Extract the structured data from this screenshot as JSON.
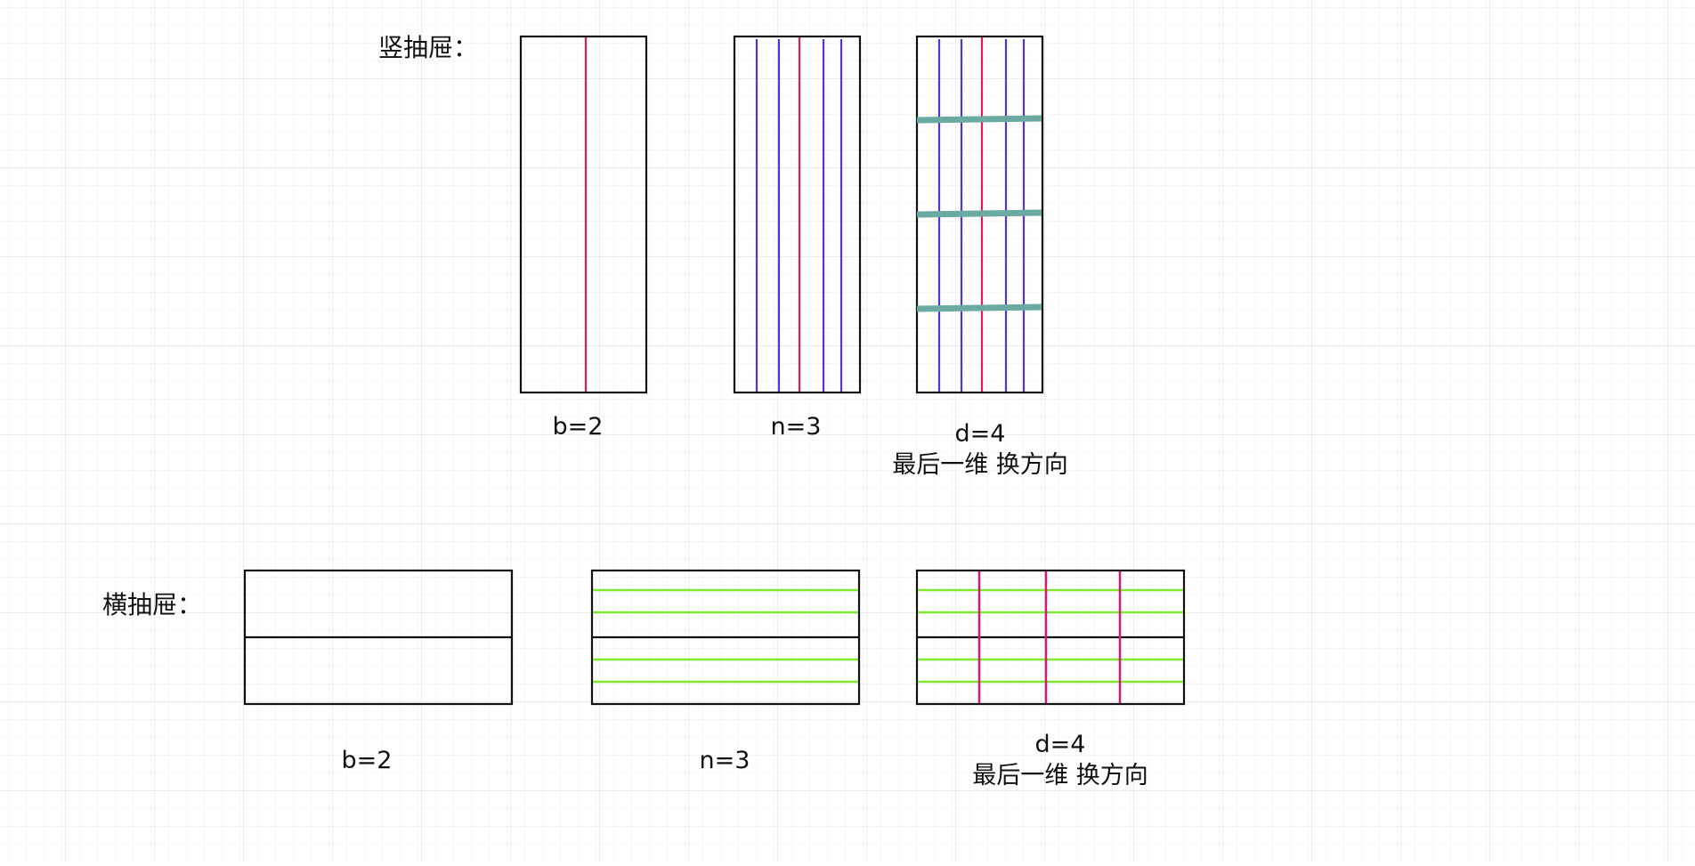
{
  "vertical_drawers": {
    "title": "竖抽屉：",
    "labels": {
      "b": "b=2",
      "n": "n=3",
      "d": "d=4",
      "d_note": "最后一维 换方向"
    }
  },
  "horizontal_drawers": {
    "title": "横抽屉：",
    "labels": {
      "b": "b=2",
      "n": "n=3",
      "d": "d=4",
      "d_note": "最后一维 换方向"
    }
  },
  "colors": {
    "background": "#ffffff",
    "grid_minor": "#eeeeee",
    "grid_major": "#d9d9d9",
    "outline": "#111111",
    "b_divider_red": "#e8195a",
    "n_divider_blue": "#5a2fe0",
    "d_divider_teal": "#6aaaa0",
    "n_divider_green": "#80e830",
    "d_divider_magenta": "#d0197a"
  }
}
